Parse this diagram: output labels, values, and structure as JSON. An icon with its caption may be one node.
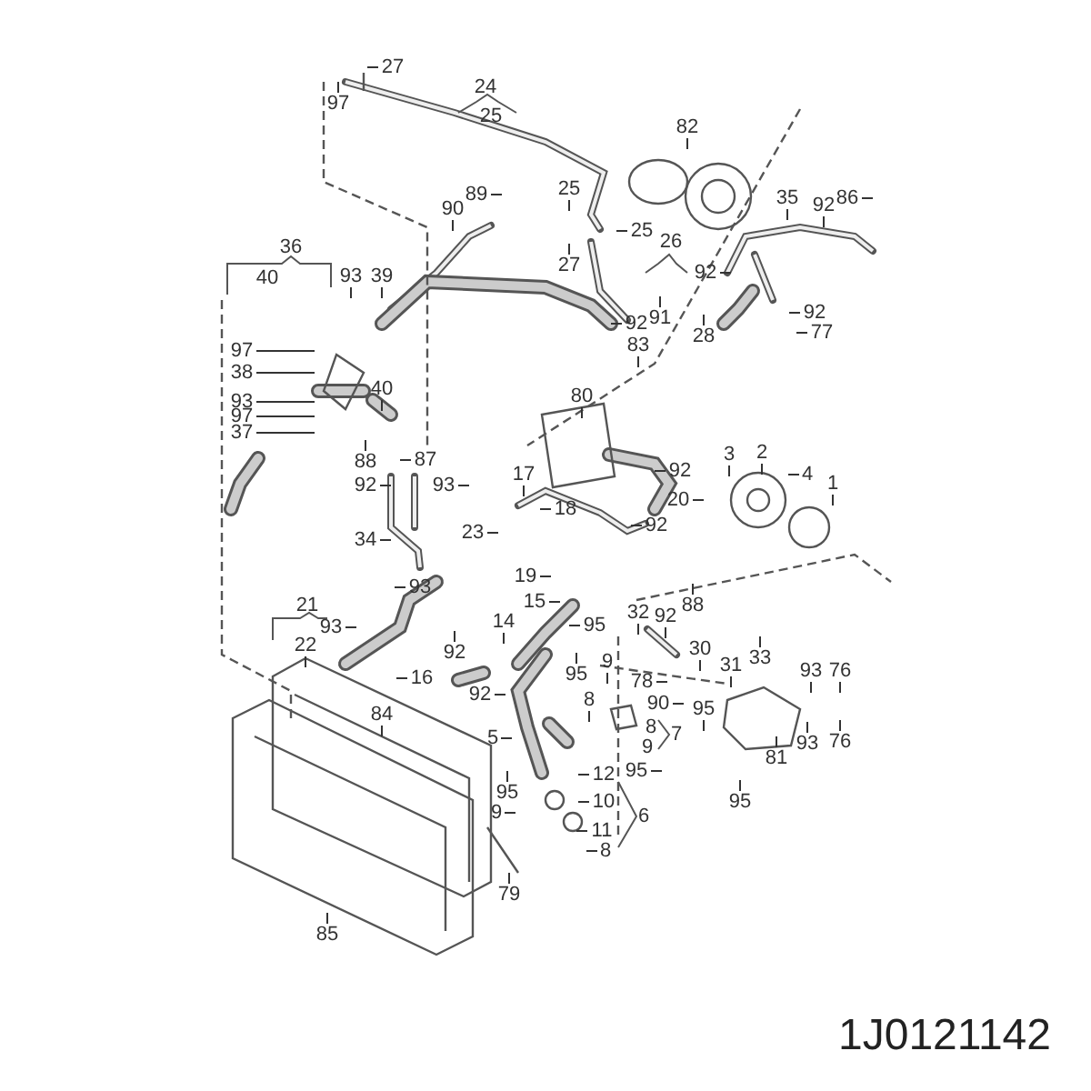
{
  "diagram": {
    "nodes": [
      {
        "text": [
          "27"
        ]
      },
      {
        "text": [
          "97"
        ]
      },
      {
        "text": [
          "82"
        ]
      },
      {
        "text": [
          "25"
        ]
      },
      {
        "text": [
          "25"
        ]
      },
      {
        "text": [
          "27"
        ]
      },
      {
        "text": [
          "89"
        ]
      },
      {
        "text": [
          "90"
        ]
      },
      {
        "text": [
          "93"
        ]
      },
      {
        "text": [
          "39"
        ]
      },
      {
        "text": [
          "92"
        ]
      },
      {
        "text": [
          "83"
        ]
      },
      {
        "text": [
          "91"
        ]
      },
      {
        "text": [
          "28"
        ]
      },
      {
        "text": [
          "92"
        ]
      },
      {
        "text": [
          "35"
        ]
      },
      {
        "text": [
          "92"
        ]
      },
      {
        "text": [
          "86"
        ]
      },
      {
        "text": [
          "92"
        ]
      },
      {
        "text": [
          "77"
        ]
      },
      {
        "text": [
          "97"
        ]
      },
      {
        "text": [
          "38"
        ]
      },
      {
        "text": [
          "93"
        ]
      },
      {
        "text": [
          "97"
        ]
      },
      {
        "text": [
          "37"
        ]
      },
      {
        "text": [
          "40"
        ]
      },
      {
        "text": [
          "80"
        ]
      },
      {
        "text": [
          "88"
        ]
      },
      {
        "text": [
          "87"
        ]
      },
      {
        "text": [
          "92"
        ]
      },
      {
        "text": [
          "93"
        ]
      },
      {
        "text": [
          "17"
        ]
      },
      {
        "text": [
          "18"
        ]
      },
      {
        "text": [
          "23"
        ]
      },
      {
        "text": [
          "92"
        ]
      },
      {
        "text": [
          "20"
        ]
      },
      {
        "text": [
          "92"
        ]
      },
      {
        "text": [
          "3"
        ]
      },
      {
        "text": [
          "2"
        ]
      },
      {
        "text": [
          "4"
        ]
      },
      {
        "text": [
          "1"
        ]
      },
      {
        "text": [
          "34"
        ]
      },
      {
        "text": [
          "19"
        ]
      },
      {
        "text": [
          "93"
        ]
      },
      {
        "text": [
          "15"
        ]
      },
      {
        "text": [
          "93"
        ]
      },
      {
        "text": [
          "22"
        ]
      },
      {
        "text": [
          "14"
        ]
      },
      {
        "text": [
          "95"
        ]
      },
      {
        "text": [
          "32"
        ]
      },
      {
        "text": [
          "92"
        ]
      },
      {
        "text": [
          "88"
        ]
      },
      {
        "text": [
          "30"
        ]
      },
      {
        "text": [
          "31"
        ]
      },
      {
        "text": [
          "33"
        ]
      },
      {
        "text": [
          "93"
        ]
      },
      {
        "text": [
          "76"
        ]
      },
      {
        "text": [
          "92"
        ]
      },
      {
        "text": [
          "16"
        ]
      },
      {
        "text": [
          "92"
        ]
      },
      {
        "text": [
          "9"
        ]
      },
      {
        "text": [
          "78"
        ]
      },
      {
        "text": [
          "90"
        ]
      },
      {
        "text": [
          "95"
        ]
      },
      {
        "text": [
          "8"
        ]
      },
      {
        "text": [
          "5"
        ]
      },
      {
        "text": [
          "95"
        ]
      },
      {
        "text": [
          "95"
        ]
      },
      {
        "text": [
          "81"
        ]
      },
      {
        "text": [
          "93"
        ]
      },
      {
        "text": [
          "76"
        ]
      },
      {
        "text": [
          "95"
        ]
      },
      {
        "text": [
          "84"
        ]
      },
      {
        "text": [
          "85"
        ]
      },
      {
        "text": [
          "95"
        ]
      },
      {
        "text": [
          "12"
        ]
      },
      {
        "text": [
          "10"
        ]
      },
      {
        "text": [
          "9"
        ]
      },
      {
        "text": [
          "11"
        ]
      },
      {
        "text": [
          "8"
        ]
      },
      {
        "text": [
          "79"
        ]
      }
    ],
    "edges": [
      {
        "from": 0,
        "to": null,
        "arrow": "none"
      },
      {
        "from": 1,
        "to": null,
        "arrow": "none"
      },
      {
        "from": 2,
        "to": null,
        "arrow": "none"
      },
      {
        "from": 3,
        "to": null,
        "arrow": "none"
      },
      {
        "from": 4,
        "to": null,
        "arrow": "none"
      },
      {
        "from": 5,
        "to": null,
        "arrow": "none"
      },
      {
        "from": 6,
        "to": null,
        "arrow": "none"
      },
      {
        "from": 7,
        "to": null,
        "arrow": "none"
      },
      {
        "from": 8,
        "to": null,
        "arrow": "none"
      },
      {
        "from": 9,
        "to": null,
        "arrow": "none"
      },
      {
        "from": 10,
        "to": null,
        "arrow": "none"
      },
      {
        "from": 11,
        "to": null,
        "arrow": "none"
      },
      {
        "from": 12,
        "to": null,
        "arrow": "none"
      },
      {
        "from": 13,
        "to": null,
        "arrow": "none"
      },
      {
        "from": 14,
        "to": null,
        "arrow": "none"
      },
      {
        "from": 15,
        "to": null,
        "arrow": "none"
      },
      {
        "from": 16,
        "to": null,
        "arrow": "none"
      },
      {
        "from": 17,
        "to": null,
        "arrow": "none"
      },
      {
        "from": 18,
        "to": null,
        "arrow": "none"
      },
      {
        "from": 19,
        "to": null,
        "arrow": "none"
      },
      {
        "from": 20,
        "to": null,
        "arrow": "none"
      },
      {
        "from": 21,
        "to": null,
        "arrow": "none"
      },
      {
        "from": 22,
        "to": null,
        "arrow": "none"
      },
      {
        "from": 23,
        "to": null,
        "arrow": "none"
      },
      {
        "from": 24,
        "to": null,
        "arrow": "none"
      },
      {
        "from": 25,
        "to": null,
        "arrow": "none"
      },
      {
        "from": 26,
        "to": null,
        "arrow": "none"
      },
      {
        "from": 27,
        "to": null,
        "arrow": "none"
      },
      {
        "from": 28,
        "to": null,
        "arrow": "none"
      },
      {
        "from": 29,
        "to": null,
        "arrow": "none"
      },
      {
        "from": 30,
        "to": null,
        "arrow": "none"
      },
      {
        "from": 31,
        "to": null,
        "arrow": "none"
      },
      {
        "from": 32,
        "to": null,
        "arrow": "none"
      },
      {
        "from": 33,
        "to": null,
        "arrow": "none"
      },
      {
        "from": 34,
        "to": null,
        "arrow": "none"
      },
      {
        "from": 35,
        "to": null,
        "arrow": "none"
      },
      {
        "from": 36,
        "to": null,
        "arrow": "none"
      },
      {
        "from": 37,
        "to": null,
        "arrow": "none"
      },
      {
        "from": 38,
        "to": null,
        "arrow": "none"
      },
      {
        "from": 39,
        "to": null,
        "arrow": "none"
      },
      {
        "from": 40,
        "to": null,
        "arrow": "none"
      },
      {
        "from": 41,
        "to": null,
        "arrow": "none"
      },
      {
        "from": 42,
        "to": null,
        "arrow": "none"
      },
      {
        "from": 43,
        "to": null,
        "arrow": "none"
      },
      {
        "from": 44,
        "to": null,
        "arrow": "none"
      },
      {
        "from": 45,
        "to": null,
        "arrow": "none"
      },
      {
        "from": 46,
        "to": null,
        "arrow": "none"
      },
      {
        "from": 47,
        "to": null,
        "arrow": "none"
      },
      {
        "from": 48,
        "to": null,
        "arrow": "none"
      },
      {
        "from": 49,
        "to": null,
        "arrow": "none"
      },
      {
        "from": 50,
        "to": null,
        "arrow": "none"
      },
      {
        "from": 51,
        "to": null,
        "arrow": "none"
      },
      {
        "from": 52,
        "to": null,
        "arrow": "none"
      },
      {
        "from": 53,
        "to": null,
        "arrow": "none"
      },
      {
        "from": 54,
        "to": null,
        "arrow": "none"
      },
      {
        "from": 55,
        "to": null,
        "arrow": "none"
      },
      {
        "from": 56,
        "to": null,
        "arrow": "none"
      },
      {
        "from": 57,
        "to": null,
        "arrow": "none"
      },
      {
        "from": 58,
        "to": null,
        "arrow": "none"
      },
      {
        "from": 59,
        "to": null,
        "arrow": "none"
      },
      {
        "from": 60,
        "to": null,
        "arrow": "none"
      },
      {
        "from": 61,
        "to": null,
        "arrow": "none"
      },
      {
        "from": 62,
        "to": null,
        "arrow": "none"
      },
      {
        "from": 63,
        "to": null,
        "arrow": "none"
      },
      {
        "from": 64,
        "to": null,
        "arrow": "none"
      },
      {
        "from": 65,
        "to": null,
        "arrow": "none"
      },
      {
        "from": 66,
        "to": null,
        "arrow": "none"
      },
      {
        "from": 67,
        "to": null,
        "arrow": "none"
      },
      {
        "from": 68,
        "to": null,
        "arrow": "none"
      },
      {
        "from": 69,
        "to": null,
        "arrow": "none"
      },
      {
        "from": 70,
        "to": null,
        "arrow": "none"
      },
      {
        "from": 71,
        "to": null,
        "arrow": "none"
      },
      {
        "from": 72,
        "to": null,
        "arrow": "none"
      },
      {
        "from": 73,
        "to": null,
        "arrow": "none"
      },
      {
        "from": 74,
        "to": null,
        "arrow": "none"
      },
      {
        "from": 75,
        "to": null,
        "arrow": "none"
      },
      {
        "from": 76,
        "to": null,
        "arrow": "none"
      },
      {
        "from": 77,
        "to": null,
        "arrow": "none"
      },
      {
        "from": 78,
        "to": null,
        "arrow": "none"
      },
      {
        "from": 79,
        "to": null,
        "arrow": "none"
      },
      {
        "from": 80,
        "to": null,
        "arrow": "none"
      }
    ],
    "labels": [
      "24",
      "25",
      "26",
      "36",
      "40",
      "21",
      "8",
      "7",
      "9",
      "6",
      "1J0121142"
    ]
  }
}
